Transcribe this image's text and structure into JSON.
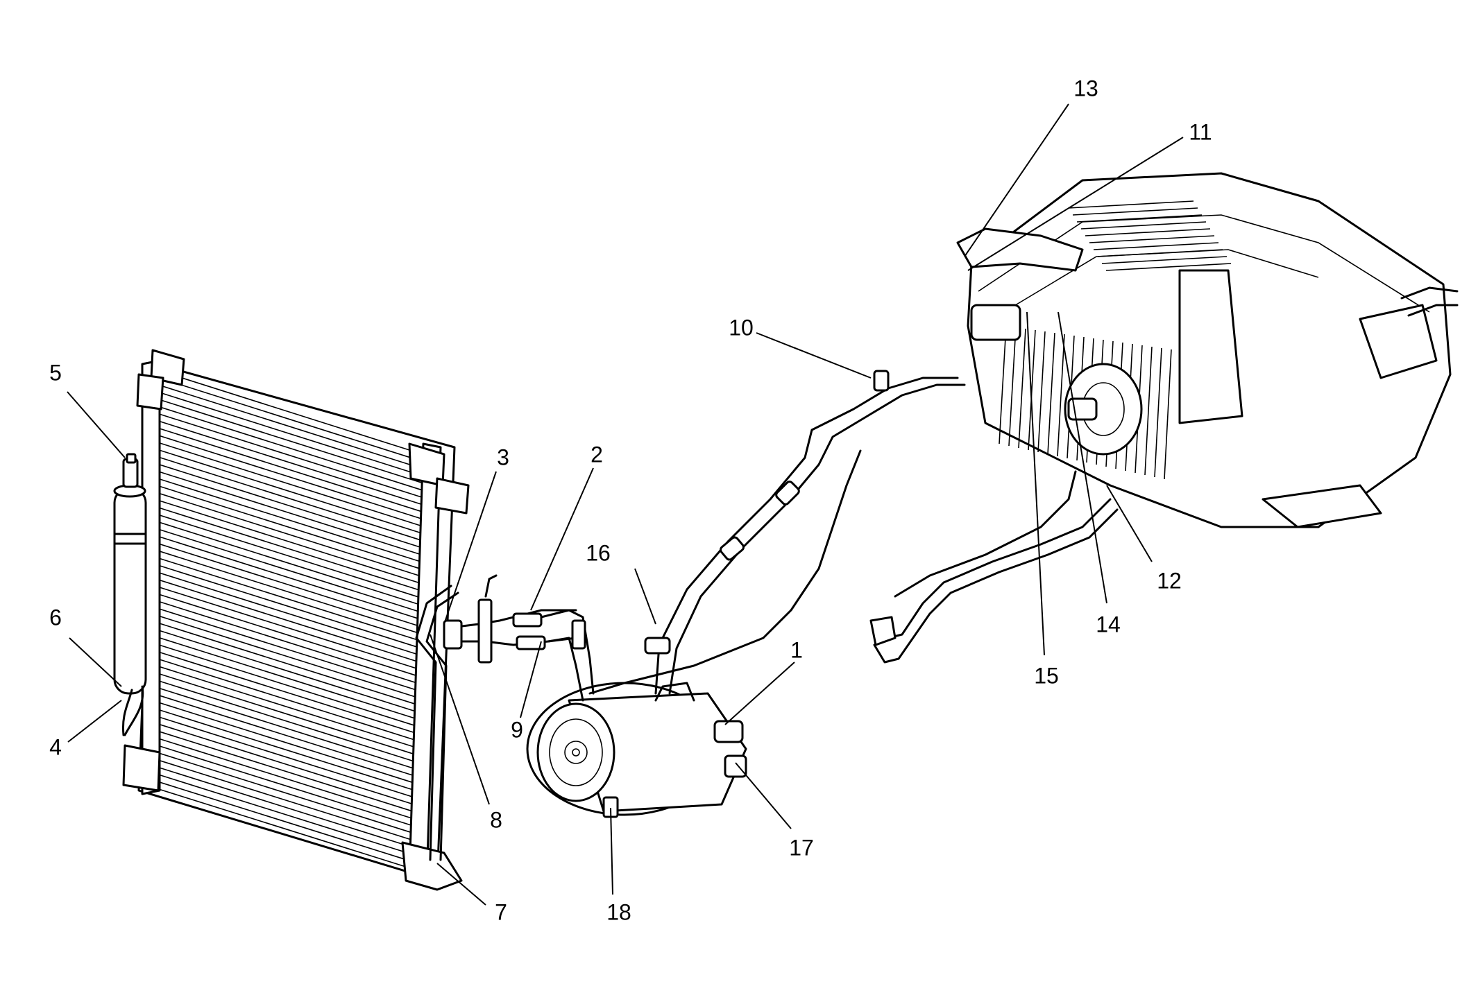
{
  "callouts": [
    {
      "id": "1",
      "label": "1"
    },
    {
      "id": "2",
      "label": "2"
    },
    {
      "id": "3",
      "label": "3"
    },
    {
      "id": "4",
      "label": "4"
    },
    {
      "id": "5",
      "label": "5"
    },
    {
      "id": "6",
      "label": "6"
    },
    {
      "id": "7",
      "label": "7"
    },
    {
      "id": "8",
      "label": "8"
    },
    {
      "id": "9",
      "label": "9"
    },
    {
      "id": "10",
      "label": "10"
    },
    {
      "id": "11",
      "label": "11"
    },
    {
      "id": "12",
      "label": "12"
    },
    {
      "id": "13",
      "label": "13"
    },
    {
      "id": "14",
      "label": "14"
    },
    {
      "id": "15",
      "label": "15"
    },
    {
      "id": "16",
      "label": "16"
    },
    {
      "id": "17",
      "label": "17"
    },
    {
      "id": "18",
      "label": "18"
    }
  ],
  "colors": {
    "ink": "#000000",
    "background": "#ffffff"
  }
}
